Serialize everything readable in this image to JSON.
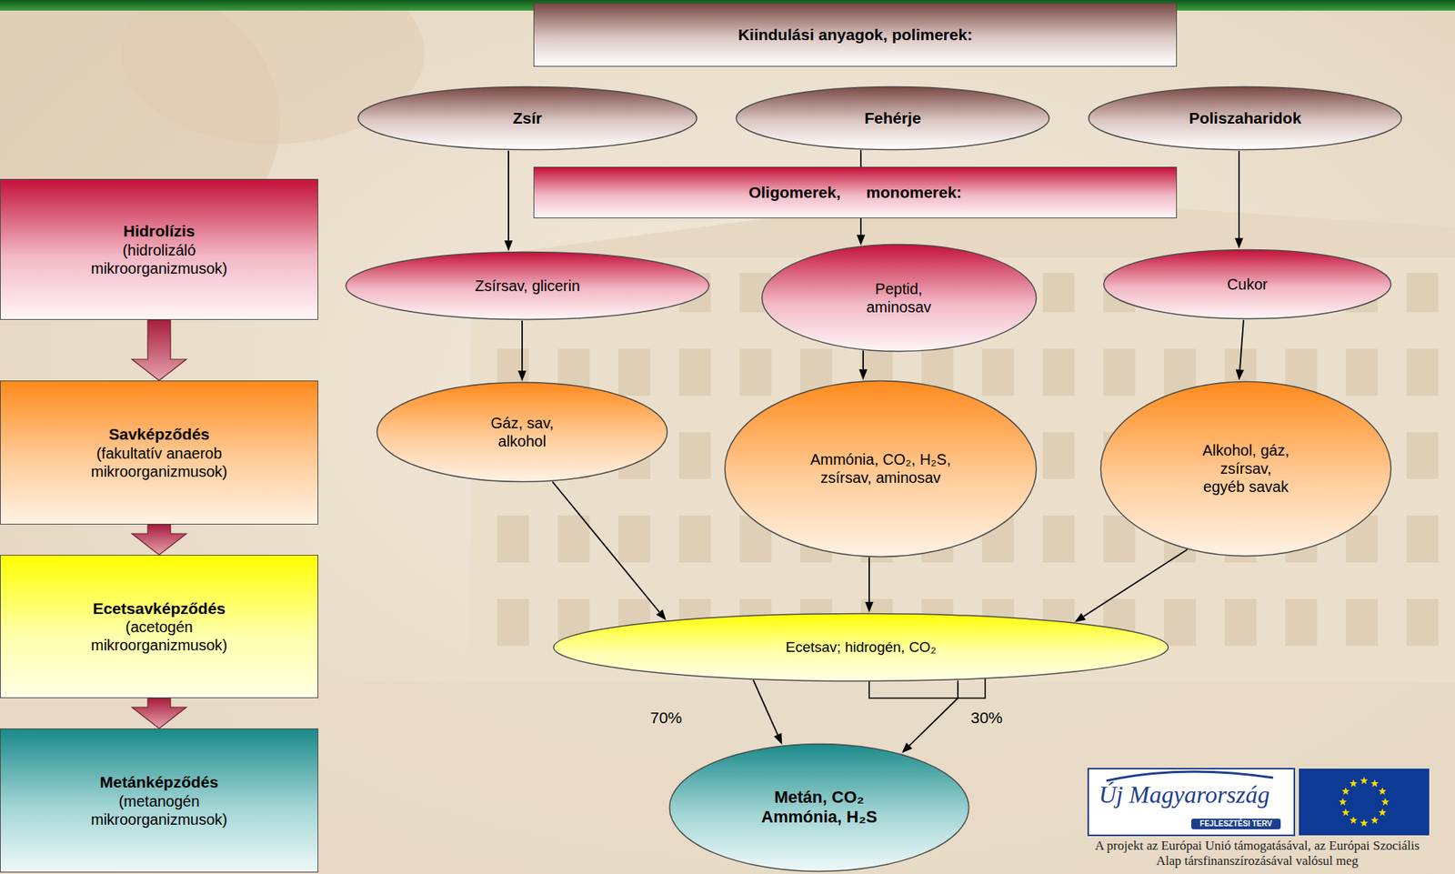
{
  "diagram": {
    "nodes": [
      {
        "text": [
          "Kiindulási anyagok, polimerek:"
        ]
      },
      {
        "text": [
          "Zsír"
        ]
      },
      {
        "text": [
          "Fehérje"
        ]
      },
      {
        "text": [
          "Poliszaharidok"
        ]
      },
      {
        "text": [
          "Hidrolízis",
          "(hidrolizáló mikroorganizmusok)"
        ]
      },
      {
        "text": [
          "Oligomerek, monomerek:"
        ]
      },
      {
        "text": [
          "Zsírsav, glicerin"
        ]
      },
      {
        "text": [
          "Peptid, aminosav"
        ]
      },
      {
        "text": [
          "Cukor"
        ]
      },
      {
        "text": [
          "Savképződés",
          "(fakultatív anaerob mikroorganizmusok)"
        ]
      },
      {
        "text": [
          "Gáz, sav, alkohol"
        ]
      },
      {
        "text": [
          "Ammónia, CO₂, H₂S, zsírsav, aminosav"
        ]
      },
      {
        "text": [
          "Alkohol, gáz, zsírsav, egyéb savak"
        ]
      },
      {
        "text": [
          "Ecetsavképződés",
          "(acetogén mikroorganizmusok)"
        ]
      },
      {
        "text": [
          "Ecetsav; hidrogén, CO₂"
        ]
      },
      {
        "text": [
          "Metánképződés",
          "(metanogén mikroorganizmusok)"
        ]
      },
      {
        "text": [
          "Metán, CO₂ Ammónia, H₂S"
        ]
      }
    ],
    "edges": [
      {
        "from": 1,
        "to": 6,
        "arrow": "to"
      },
      {
        "from": 2,
        "to": 7,
        "arrow": "to"
      },
      {
        "from": 3,
        "to": 8,
        "arrow": "to"
      },
      {
        "from": 6,
        "to": 10,
        "arrow": "to"
      },
      {
        "from": 7,
        "to": 11,
        "arrow": "to"
      },
      {
        "from": 8,
        "to": 12,
        "arrow": "to"
      },
      {
        "from": 10,
        "to": 14,
        "arrow": "to"
      },
      {
        "from": 11,
        "to": 14,
        "arrow": "to"
      },
      {
        "from": 12,
        "to": 14,
        "arrow": "to"
      },
      {
        "from": 14,
        "to": 16,
        "label": "70%",
        "arrow": "to"
      },
      {
        "from": 14,
        "to": 16,
        "label": "30%",
        "arrow": "to"
      },
      {
        "from": 4,
        "to": 9,
        "arrow": "to"
      },
      {
        "from": 9,
        "to": 13,
        "arrow": "to"
      },
      {
        "from": 13,
        "to": 15,
        "arrow": "to"
      }
    ],
    "labels": [
      "Új Magyarország",
      "FEJLESZTÉSI TERV",
      "A projekt az Európai Unió támogatásával, az Európai Szociális Alap társfinanszírozásával valósul meg"
    ]
  }
}
